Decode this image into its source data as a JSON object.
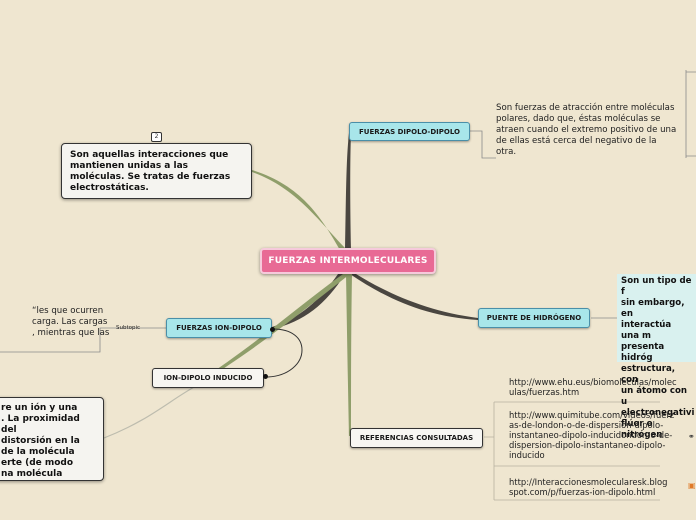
{
  "central": {
    "label": "FUERZAS INTERMOLECULARES"
  },
  "definition": {
    "badge": "2",
    "text": "Son aquellas interacciones que mantienen unidas a las moléculas. Se tratas de fuerzas electrostáticas."
  },
  "dipolo_dipolo": {
    "label": "FUERZAS DIPOLO-DIPOLO",
    "note": "Son fuerzas de atracción entre moléculas polares, dado que, éstas moléculas se atraen cuando el extremo positivo de una de ellas está cerca del negativo de la otra."
  },
  "puente_hidrogeno": {
    "label": "PUENTE DE HIDRÓGENO",
    "note_lines": [
      "Son un tipo de f",
      "sin embargo, en",
      "interactúa una m",
      "presenta hidróg",
      "estructura, con",
      "un átomo con u",
      "electronegativi",
      "flúor o nitrógen"
    ]
  },
  "ion_dipolo": {
    "label": "FUERZAS ION-DIPOLO",
    "subtopic_label": "Subtopic",
    "note_lines": [
      "“les que ocurren",
      "carga. Las cargas",
      ", mientras que las"
    ]
  },
  "ion_dipolo_inducido": {
    "label": "ION-DIPOLO INDUCIDO",
    "note_lines": [
      "re un ión y una",
      ". La proximidad del",
      "distorsión en la",
      "de la molécula",
      "erte (de modo",
      "na molécula"
    ]
  },
  "referencias": {
    "label": "REFERENCIAS CONSULTADAS",
    "links": [
      "http://www.ehu.eus/biomoleculas/moleculas/fuerzas.htm",
      "http://www.quimitube.com/videos/fuerzas-de-london-o-de-dispersion-dipolo-instantaneo-dipolo-inducidondon-o-de-dispersion-dipolo-instantaneo-dipolo-inducido",
      "http://Interaccionesmolecularesk.blogspot.com/p/fuerzas-ion-dipolo.html"
    ],
    "link_lines": [
      [
        "http://www.ehu.eus/biomoleculas/molec",
        "ulas/fuerzas.htm"
      ],
      [
        "http://www.quimitube.com/videos/fuerz",
        "as-de-london-o-de-dispersion-dipolo-",
        "instantaneo-dipolo-inducidondon-o-de-",
        "dispersion-dipolo-instantaneo-dipolo-",
        "inducido"
      ],
      [
        "http://Interaccionesmolecularesk.blog",
        "spot.com/p/fuerzas-ion-dipolo.html"
      ]
    ]
  },
  "colors": {
    "background": "#efe6d0",
    "central": "#e86a95",
    "topic_cyan": "#a8e6ea",
    "branch_dark": "#4a4640",
    "branch_green": "#8f9e6a"
  }
}
